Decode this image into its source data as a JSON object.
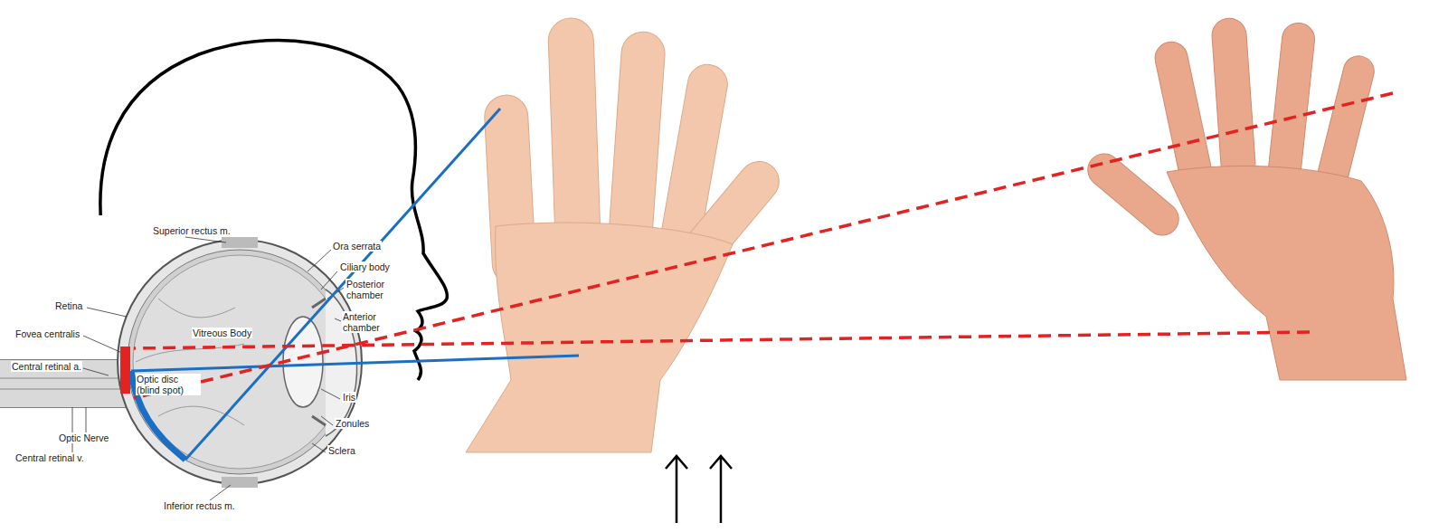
{
  "diagram": {
    "labels": [
      "Superior rectus m.",
      "Ora serrata",
      "Ciliary body",
      "Posterior chamber",
      "Anterior chamber",
      "Retina",
      "Fovea centralis",
      "Central retinal a.",
      "Vitreous Body",
      "Optic disc (blind spot)",
      "Iris",
      "Zonules",
      "Sclera",
      "Optic Nerve",
      "Central retinal v.",
      "Inferior rectus m."
    ]
  }
}
